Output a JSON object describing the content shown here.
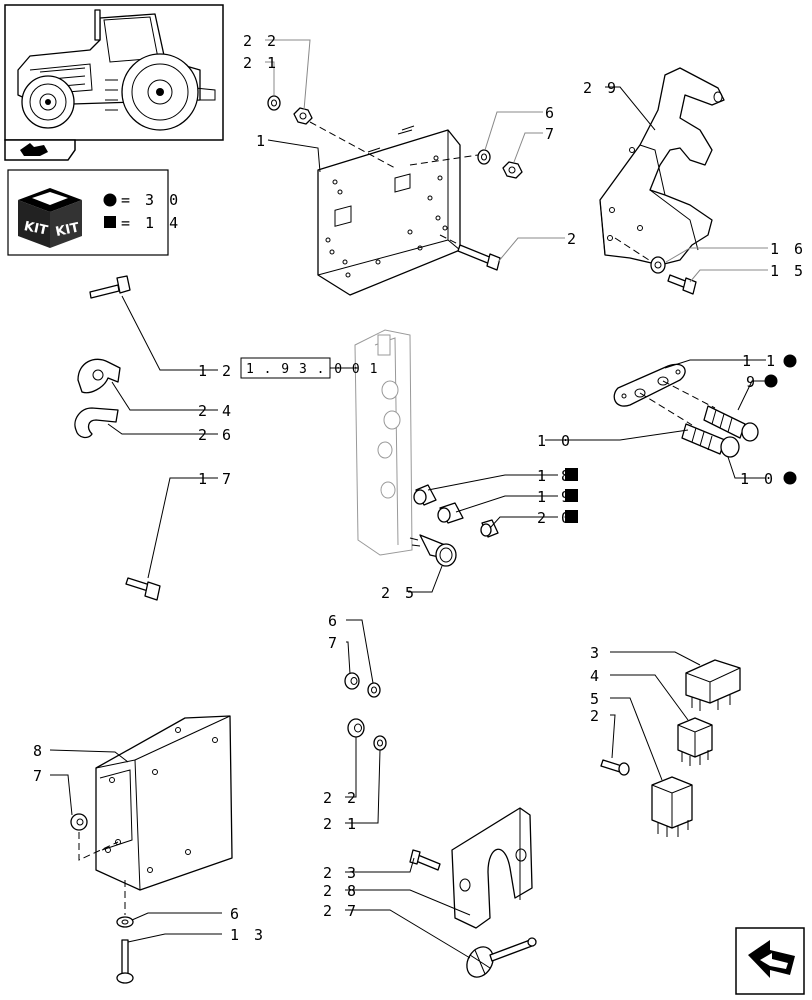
{
  "kit": {
    "logo_text": "KIT",
    "legend": [
      {
        "marker": "circle",
        "text": "= 3 0"
      },
      {
        "marker": "square",
        "text": "= 1 4"
      }
    ]
  },
  "reference_box": "1 . 9 3 . 0   0 1",
  "labels": {
    "l22a": "2 2",
    "l21a": "2 1",
    "l1": "1",
    "l6a": "6",
    "l7a": "7",
    "l2a": "2",
    "l29": "2 9",
    "l16": "1 6",
    "l15": "1 5",
    "l12": "1 2",
    "l24": "2 4",
    "l26": "2 6",
    "l17": "1 7",
    "l11": "1 1",
    "l9": "9",
    "l10a": "1 0",
    "l10b": "1 0",
    "l18": "1 8",
    "l19": "1 9",
    "l20": "2 0",
    "l25": "2 5",
    "l6b": "6",
    "l7b": "7",
    "l22b": "2 2",
    "l21b": "2 1",
    "l3": "3",
    "l4": "4",
    "l5": "5",
    "l2b": "2",
    "l8": "8",
    "l7c": "7",
    "l6c": "6",
    "l13": "1 3",
    "l23": "2 3",
    "l28": "2 8",
    "l27": "2 7"
  }
}
